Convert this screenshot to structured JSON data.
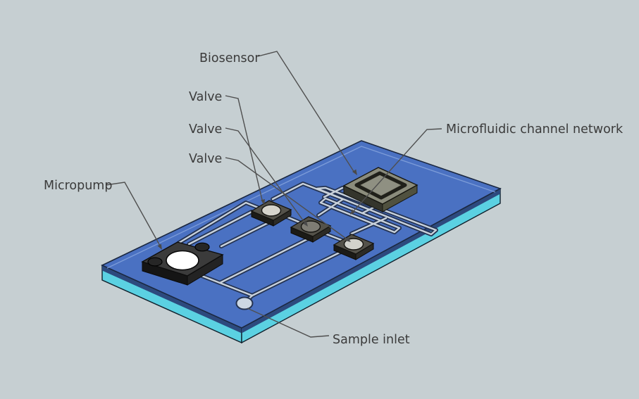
{
  "diagram": {
    "type": "isometric-3d-illustration",
    "subject": "Lab-on-a-chip microfluidic device",
    "labels": {
      "biosensor": "Biosensor",
      "valve1": "Valve",
      "valve2": "Valve",
      "valve3": "Valve",
      "micropump": "Micropump",
      "channel_network": "Microfluidic channel network",
      "sample_inlet": "Sample inlet"
    },
    "components": [
      {
        "name": "biosensor",
        "label": "Biosensor"
      },
      {
        "name": "valve-a",
        "label": "Valve"
      },
      {
        "name": "valve-b",
        "label": "Valve"
      },
      {
        "name": "valve-c",
        "label": "Valve"
      },
      {
        "name": "micropump",
        "label": "Micropump"
      },
      {
        "name": "channel-network",
        "label": "Microfluidic channel network"
      },
      {
        "name": "sample-inlet",
        "label": "Sample inlet"
      }
    ],
    "colors": {
      "background": "#c6cfd2",
      "chip_top": "#4a71c2",
      "chip_edge_highlight": "#84a2dc",
      "chip_outline": "#1b2840",
      "chip_side_cyan": "#5bd1e2",
      "chip_side_navy": "#2d4a7e",
      "channel_edge": "#243352",
      "channel_floor": "#c8d1db",
      "pump_top": "#3b3b3b",
      "pump_side_left": "#151515",
      "pump_side_right": "#232323",
      "pump_diaphragm": "#ffffff",
      "valve_top": "#54524a",
      "valve_disc_a": "#d6d4cc",
      "valve_disc_b": "#7e7c74",
      "valve_disc_c": "#d2d2cb",
      "biosensor_top": "#8b8c7c",
      "biosensor_frame": "#20201a",
      "biosensor_panel": "#8f9082",
      "inlet_fill": "#ccd7e3",
      "leader_line": "#4f4f4f",
      "label_text": "#3b3b3b"
    }
  }
}
